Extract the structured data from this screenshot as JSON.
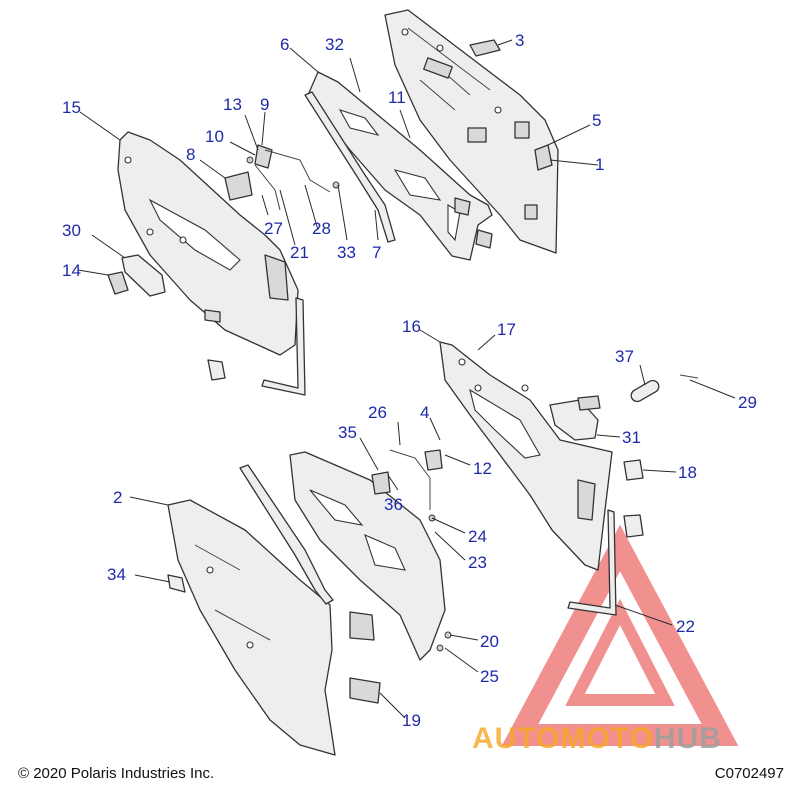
{
  "callouts": [
    "1",
    "2",
    "3",
    "4",
    "5",
    "6",
    "7",
    "8",
    "9",
    "10",
    "11",
    "12",
    "13",
    "14",
    "15",
    "16",
    "17",
    "18",
    "19",
    "20",
    "21",
    "22",
    "23",
    "24",
    "25",
    "26",
    "27",
    "28",
    "29",
    "30",
    "31",
    "32",
    "33",
    "34",
    "35",
    "36",
    "37"
  ],
  "watermark": {
    "text_orange": "AUTOMOTO",
    "text_gray": "HUB",
    "orange_color": "#f6a623",
    "gray_color": "#9e9e9e",
    "logo_color": "#e53935"
  },
  "footer": {
    "copyright": "© 2020 Polaris Industries Inc.",
    "drawing_code": "C0702497"
  },
  "colors": {
    "callout": "#1f2aa8",
    "line": "#333333",
    "part_fill": "#eeeeee"
  }
}
